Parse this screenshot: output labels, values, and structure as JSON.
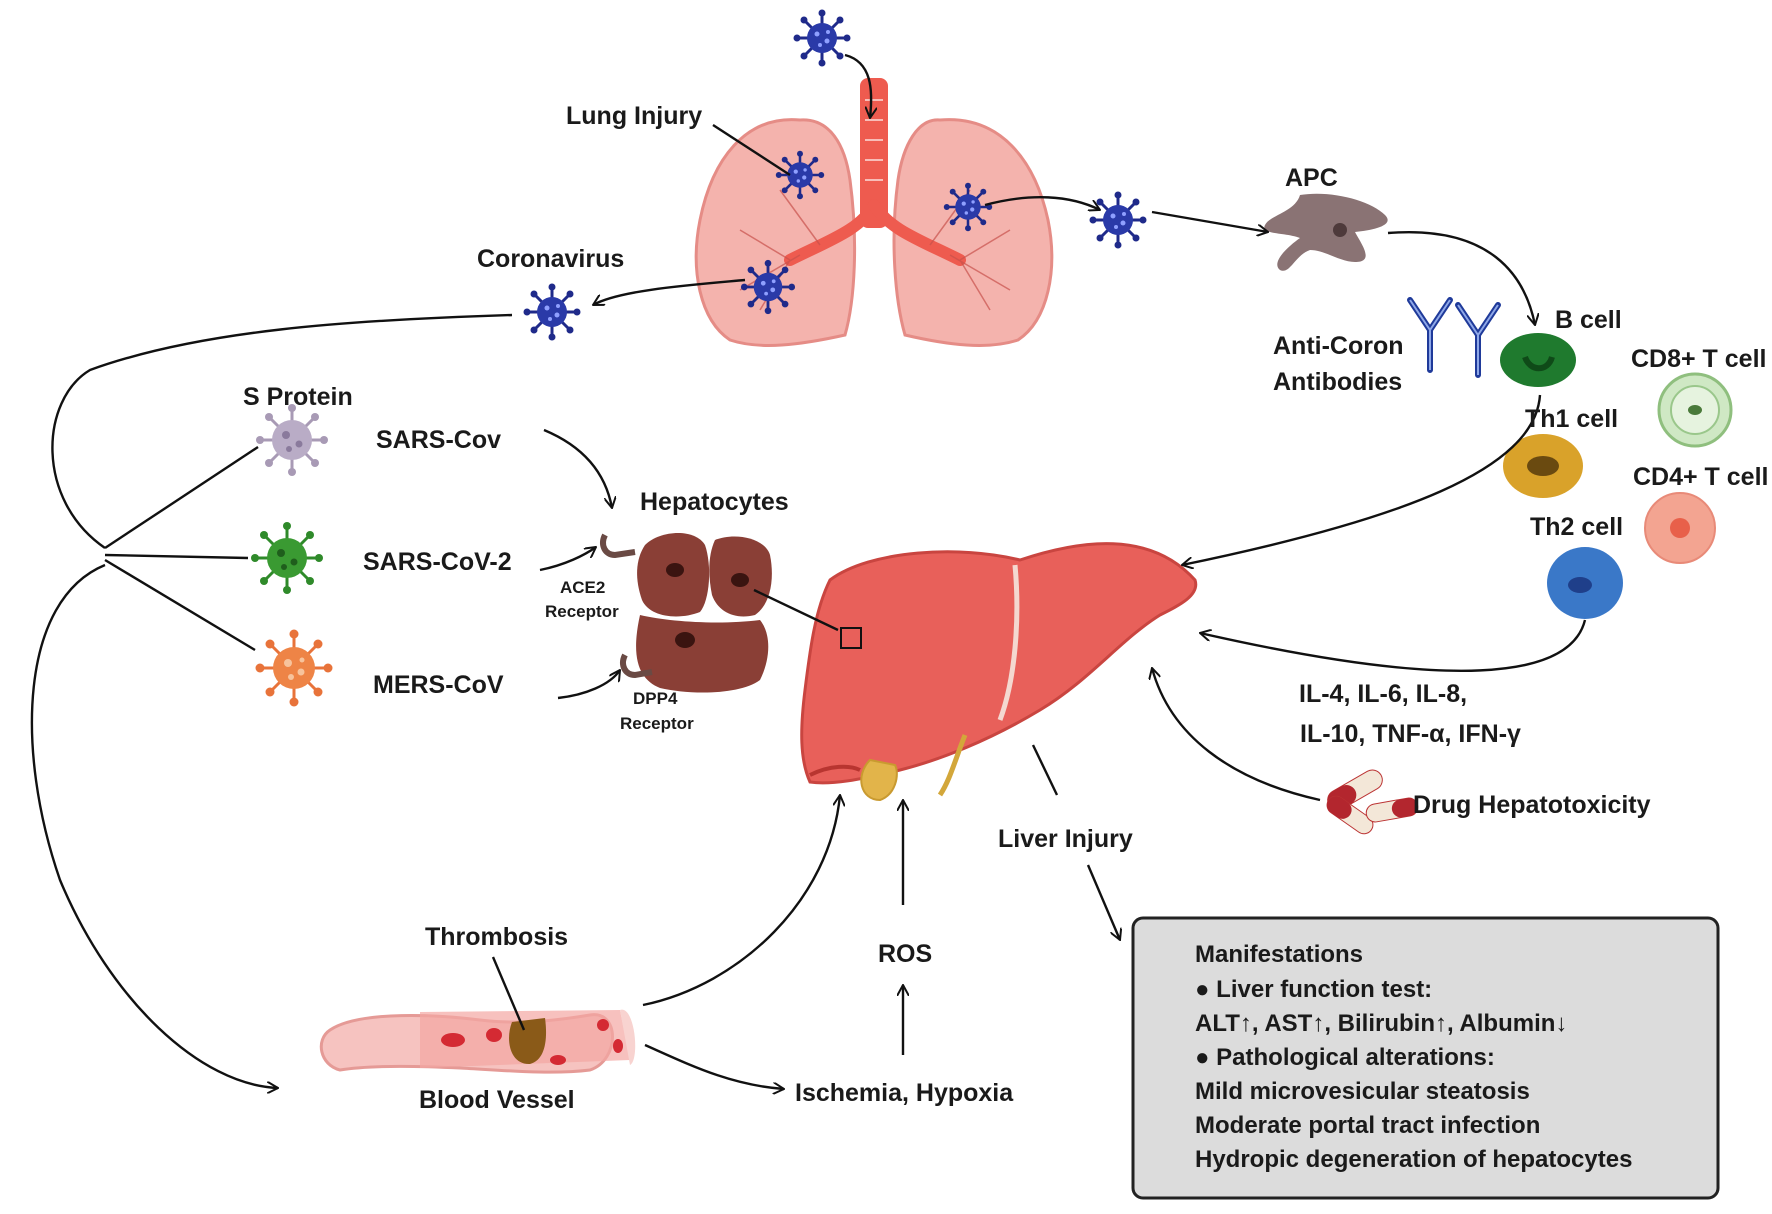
{
  "labels": {
    "lung_injury": "Lung Injury",
    "coronavirus": "Coronavirus",
    "apc": "APC",
    "b_cell": "B cell",
    "antibodies_line1": "Anti-Coron",
    "antibodies_line2": "Antibodies",
    "cd8": "CD8+ T cell",
    "th1": "Th1 cell",
    "cd4": "CD4+ T cell",
    "th2": "Th2 cell",
    "s_protein": "S Protein",
    "sars_cov": "SARS-Cov",
    "sars_cov2": "SARS-CoV-2",
    "mers_cov": "MERS-CoV",
    "hepatocytes": "Hepatocytes",
    "ace2_line1": "ACE2",
    "ace2_line2": "Receptor",
    "dpp4_line1": "DPP4",
    "dpp4_line2": "Receptor",
    "cytokines_line1": "IL-4, IL-6, IL-8,",
    "cytokines_line2": "IL-10, TNF-α, IFN-γ",
    "drug": "Drug Hepatotoxicity",
    "liver_injury": "Liver Injury",
    "thrombosis": "Thrombosis",
    "blood_vessel": "Blood Vessel",
    "ros": "ROS",
    "ischemia": "Ischemia, Hypoxia"
  },
  "manifestations": {
    "title": "Manifestations",
    "lines": [
      "● Liver function test:",
      "ALT↑, AST↑, Bilirubin↑, Albumin↓",
      "● Pathological alterations:",
      "Mild microvesicular steatosis",
      "Moderate portal tract infection",
      "Hydropic degeneration of hepatocytes"
    ]
  },
  "colors": {
    "virus": "#1f2a8a",
    "lung": "#f4b3ad",
    "liver": "#e8605a",
    "b_cell": "#1f7a2e",
    "th1": "#d9a22a",
    "th2": "#3a78c8",
    "cd8": "#cfe8c4",
    "cd4": "#f3a491",
    "apc": "#8a7374",
    "s_protein": "#a89ab5",
    "sars_cov2": "#2f8a2a",
    "mers": "#e8733a",
    "hepatocyte": "#8a3f36",
    "manifest_bg": "#dcdcdc"
  }
}
